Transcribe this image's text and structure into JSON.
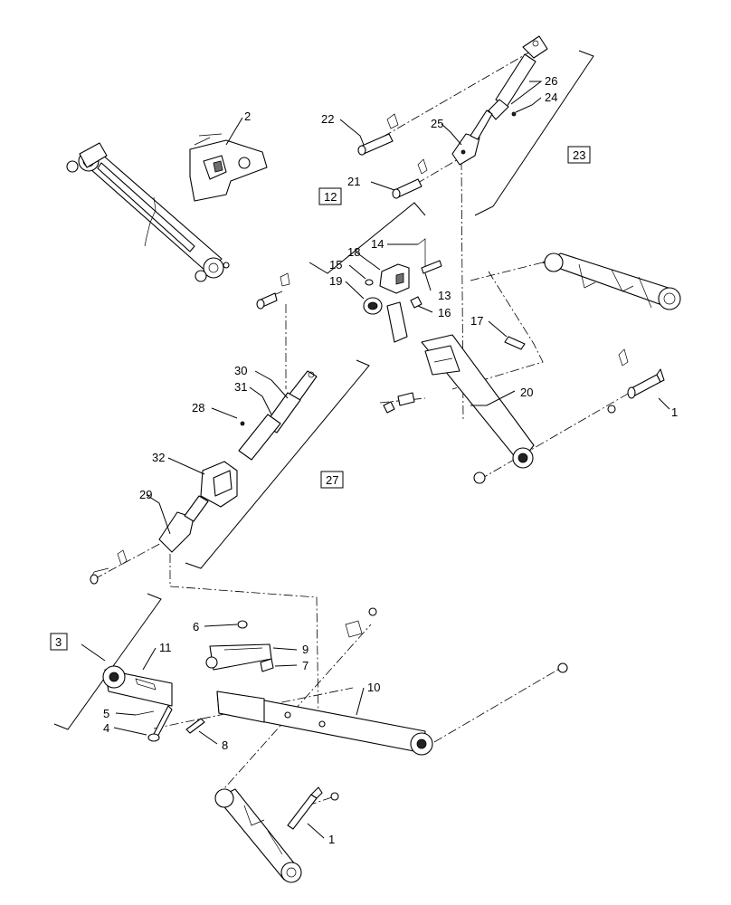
{
  "callouts": [
    {
      "id": "c1a",
      "text": "1"
    },
    {
      "id": "c1b",
      "text": "1"
    },
    {
      "id": "c2",
      "text": "2"
    },
    {
      "id": "c3",
      "text": "3"
    },
    {
      "id": "c4",
      "text": "4"
    },
    {
      "id": "c5",
      "text": "5"
    },
    {
      "id": "c6",
      "text": "6"
    },
    {
      "id": "c7",
      "text": "7"
    },
    {
      "id": "c8",
      "text": "8"
    },
    {
      "id": "c9",
      "text": "9"
    },
    {
      "id": "c10",
      "text": "10"
    },
    {
      "id": "c11",
      "text": "11"
    },
    {
      "id": "c12",
      "text": "12"
    },
    {
      "id": "c13",
      "text": "13"
    },
    {
      "id": "c14",
      "text": "14"
    },
    {
      "id": "c15",
      "text": "15"
    },
    {
      "id": "c16",
      "text": "16"
    },
    {
      "id": "c17",
      "text": "17"
    },
    {
      "id": "c18",
      "text": "18"
    },
    {
      "id": "c19",
      "text": "19"
    },
    {
      "id": "c20",
      "text": "20"
    },
    {
      "id": "c21",
      "text": "21"
    },
    {
      "id": "c22",
      "text": "22"
    },
    {
      "id": "c23",
      "text": "23"
    },
    {
      "id": "c24",
      "text": "24"
    },
    {
      "id": "c25",
      "text": "25"
    },
    {
      "id": "c26",
      "text": "26"
    },
    {
      "id": "c27",
      "text": "27"
    },
    {
      "id": "c28",
      "text": "28"
    },
    {
      "id": "c29",
      "text": "29"
    },
    {
      "id": "c30",
      "text": "30"
    },
    {
      "id": "c31",
      "text": "31"
    },
    {
      "id": "c32",
      "text": "32"
    }
  ],
  "boxed_callouts": [
    "c3",
    "c12",
    "c23",
    "c27"
  ]
}
